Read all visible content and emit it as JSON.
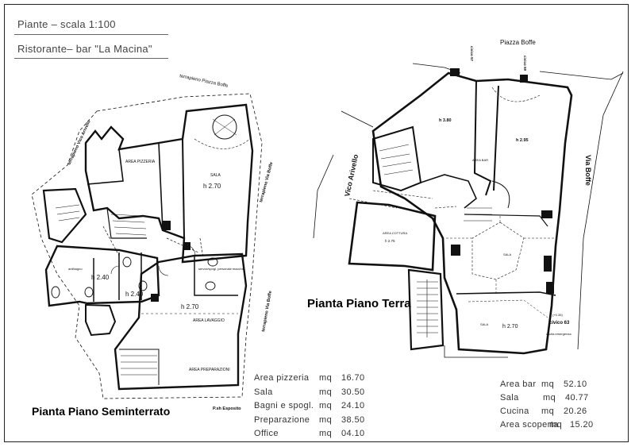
{
  "header": {
    "line1": "Piante  –  scala 1:100",
    "line2": "Ristorante– bar \"La Macina\""
  },
  "plans": {
    "seminterrato": {
      "title": "Pianta Piano Seminterrato",
      "labels": {
        "terrapieno_boffe": "terrapieno Piazza Boffe",
        "terrapieno_arivello": "terrapieno Vico Arivello",
        "terrapieno_viaboffe_top": "terrapieno Via Boffe",
        "terrapieno_viaboffe_bottom": "terrapieno Via Boffe",
        "area_pizzeria": "AREA PIZZERIA",
        "sala": "SALA",
        "h_sala": "h  2.70",
        "h_240a": "h  2.40",
        "h_240b": "h  2.40",
        "h_270": "h  2.70",
        "area_lavaggio": "AREA LAVAGGIO",
        "area_preparazioni": "AREA PREPARAZIONI",
        "spogliatoio": "servizi/spogl. personale macchie",
        "p_esposito": "P.sh Esposito",
        "antibagno": "antibagno"
      }
    },
    "terra": {
      "title": "Pianta Piano Terra",
      "labels": {
        "piazza_boffe": "Piazza Boffe",
        "vico_arivello": "Vico Arivello",
        "via_boffe": "Via Boffe",
        "civico_57": "civico 57",
        "civico_59": "civico 59",
        "h_380": "h 3.80",
        "h_295": "h 2.95",
        "area_bar": "AREA BAR",
        "area_cottura": "AREA COTTURA",
        "h_275": "h 2.75",
        "sala_mid": "SALA",
        "sala_bottom": "SALA",
        "h_270": "h  2.70",
        "civico_63": "civico 63",
        "civico_63_note": "(+0.35)",
        "uscita": "uscita emergenza"
      }
    }
  },
  "areas_seminterrato": [
    {
      "name": "Area pizzeria",
      "unit": "mq",
      "value": "16.70"
    },
    {
      "name": "Sala",
      "unit": "mq",
      "value": "30.50"
    },
    {
      "name": "Bagni e spogl.",
      "unit": "mq",
      "value": "24.10"
    },
    {
      "name": "Preparazione",
      "unit": "mq",
      "value": "38.50"
    },
    {
      "name": "Office",
      "unit": "mq",
      "value": "04.10"
    }
  ],
  "areas_terra": [
    {
      "name": "Area bar",
      "unit": "mq",
      "value": "52.10"
    },
    {
      "name": "Sala",
      "unit": "mq",
      "value": "40.77"
    },
    {
      "name": "Cucina",
      "unit": "mq",
      "value": "20.26"
    },
    {
      "name": "Area scoperta",
      "unit": "mq",
      "value": "15.20"
    }
  ]
}
